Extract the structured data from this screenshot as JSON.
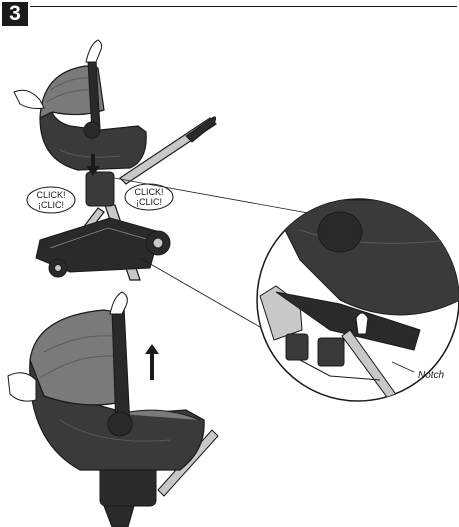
{
  "step": {
    "number": "3"
  },
  "callouts": {
    "click_left": {
      "line1": "CLICK!",
      "line2": "¡CLIC!"
    },
    "click_right": {
      "line1": "CLICK!",
      "line2": "¡CLIC!"
    },
    "notch_label": "Notch"
  },
  "colors": {
    "ink": "#1a1a1a",
    "canopy_gray": "#7a7a7a",
    "seat_dark": "#3a3a3a",
    "frame_light": "#c8c8c8",
    "basket_dark": "#2a2a2a"
  },
  "icons": [
    "hand-icon",
    "down-arrow-icon",
    "up-arrow-icon"
  ]
}
